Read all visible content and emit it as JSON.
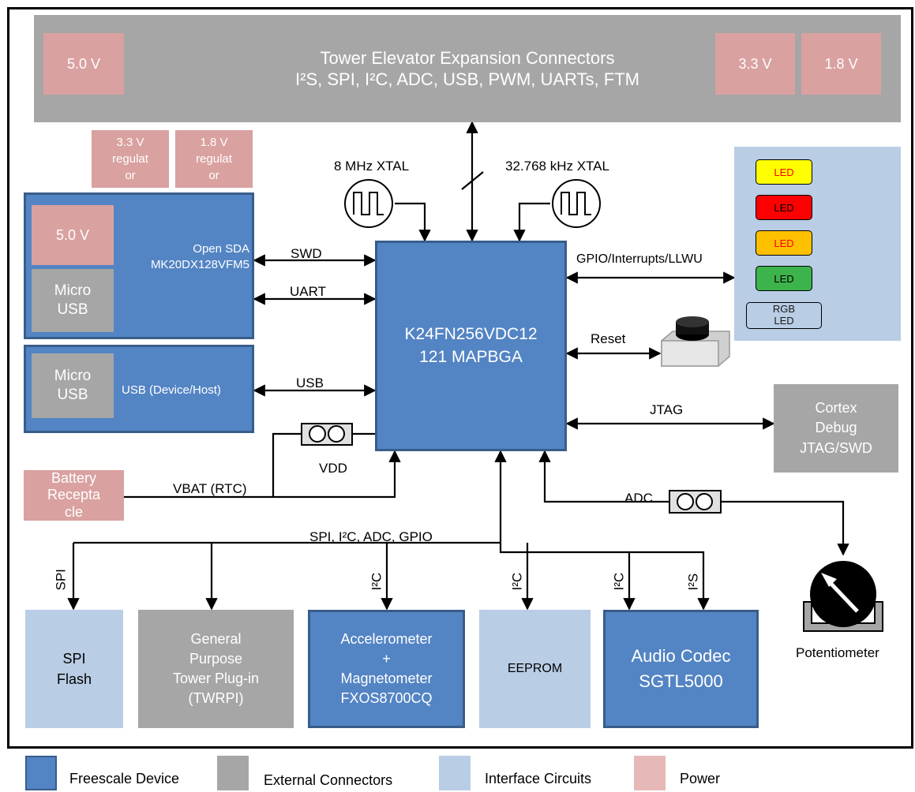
{
  "tower": {
    "title": "Tower Elevator Expansion Connectors",
    "subtitle": "I²S, SPI, I²C, ADC, USB, PWM, UARTs, FTM",
    "power_left": "5.0 V",
    "power_mid": "3.3 V",
    "power_right": "1.8 V"
  },
  "regulators": {
    "reg33": [
      "3.3 V",
      "regulat",
      "or"
    ],
    "reg18": [
      "1.8 V",
      "regulat",
      "or"
    ]
  },
  "opensda": {
    "power": "5.0 V",
    "usb": [
      "Micro",
      "USB"
    ],
    "title": [
      "Open SDA",
      "MK20DX128VFM5"
    ]
  },
  "usb_block": {
    "usb": [
      "Micro",
      "USB"
    ],
    "title": "USB (Device/Host)"
  },
  "mcu": [
    "K24FN256VDC12",
    "121 MAPBGA"
  ],
  "crystals": {
    "xtal8": "8 MHz XTAL",
    "xtal32": "32.768 kHz XTAL"
  },
  "signals": {
    "swd": "SWD",
    "uart": "UART",
    "usb": "USB",
    "vdd": "VDD",
    "vbat": "VBAT (RTC)",
    "gpio": "GPIO/Interrupts/LLWU",
    "reset": "Reset",
    "jtag": "JTAG",
    "adc": "ADC",
    "bus": "SPI, I²C, ADC, GPIO",
    "spi_tap": "SPI",
    "i2c_tap": "I²C",
    "i2s_tap": "I²S"
  },
  "battery": [
    "Battery",
    "Recepta",
    "cle"
  ],
  "cortex": [
    "Cortex",
    "Debug",
    "JTAG/SWD"
  ],
  "leds": {
    "items": [
      {
        "label": "LED",
        "color": "#ffff00"
      },
      {
        "label": "LED",
        "color": "#ff0000"
      },
      {
        "label": "LED",
        "color": "#ffc000"
      },
      {
        "label": "LED",
        "color": "#3cb44b"
      }
    ],
    "rgb": [
      "RGB",
      "LED"
    ]
  },
  "peripherals": {
    "spi_flash": [
      "SPI",
      "Flash"
    ],
    "twrpi": [
      "General",
      "Purpose",
      "Tower Plug-in",
      "(TWRPI)"
    ],
    "accel": [
      "Accelerometer",
      "+",
      "Magnetometer",
      "FXOS8700CQ"
    ],
    "eeprom": "EEPROM",
    "audio": [
      "Audio Codec",
      "SGTL5000"
    ]
  },
  "potentiometer": "Potentiometer",
  "legend": [
    {
      "label": "Freescale Device",
      "color": "#5384c4"
    },
    {
      "label": "External Connectors",
      "color": "#a6a6a6"
    },
    {
      "label": "Interface Circuits",
      "color": "#b9cde5"
    },
    {
      "label": "Power",
      "color": "#e6b9b8"
    }
  ],
  "colors": {
    "freescale": "#5384c4",
    "connector": "#a6a6a6",
    "interface": "#b9cde5",
    "power": "#d9a1a0"
  }
}
